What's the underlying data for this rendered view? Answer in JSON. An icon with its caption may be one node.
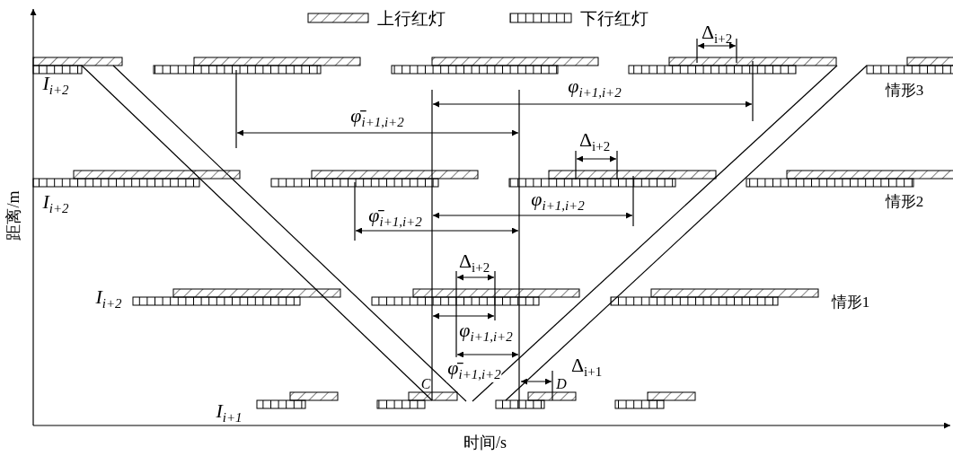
{
  "diagram": {
    "labels": [
      "I$_{i+2}$",
      "Δ$_{i+2}$",
      "φ$_{i+1,i+2}$",
      "情形3",
      "φ̄$_{i+1,i+2}$",
      "Δ$_{i+2}$",
      "I$_{i+2}$",
      "φ$_{i+1,i+2}$",
      "情形2",
      "φ̄$_{i+1,i+2}$",
      "Δ$_{i+2}$",
      "I$_{i+2}$",
      "情形1",
      "φ$_{i+1,i+2}$",
      "φ̄$_{i+1,i+2}$",
      "Δ$_{i+1}$",
      "C",
      "D",
      "I$_{i+1}$",
      "距离/m",
      "时间/s"
    ],
    "legend": [
      {
        "text": "上行红灯"
      },
      {
        "text": "下行红灯"
      }
    ]
  }
}
